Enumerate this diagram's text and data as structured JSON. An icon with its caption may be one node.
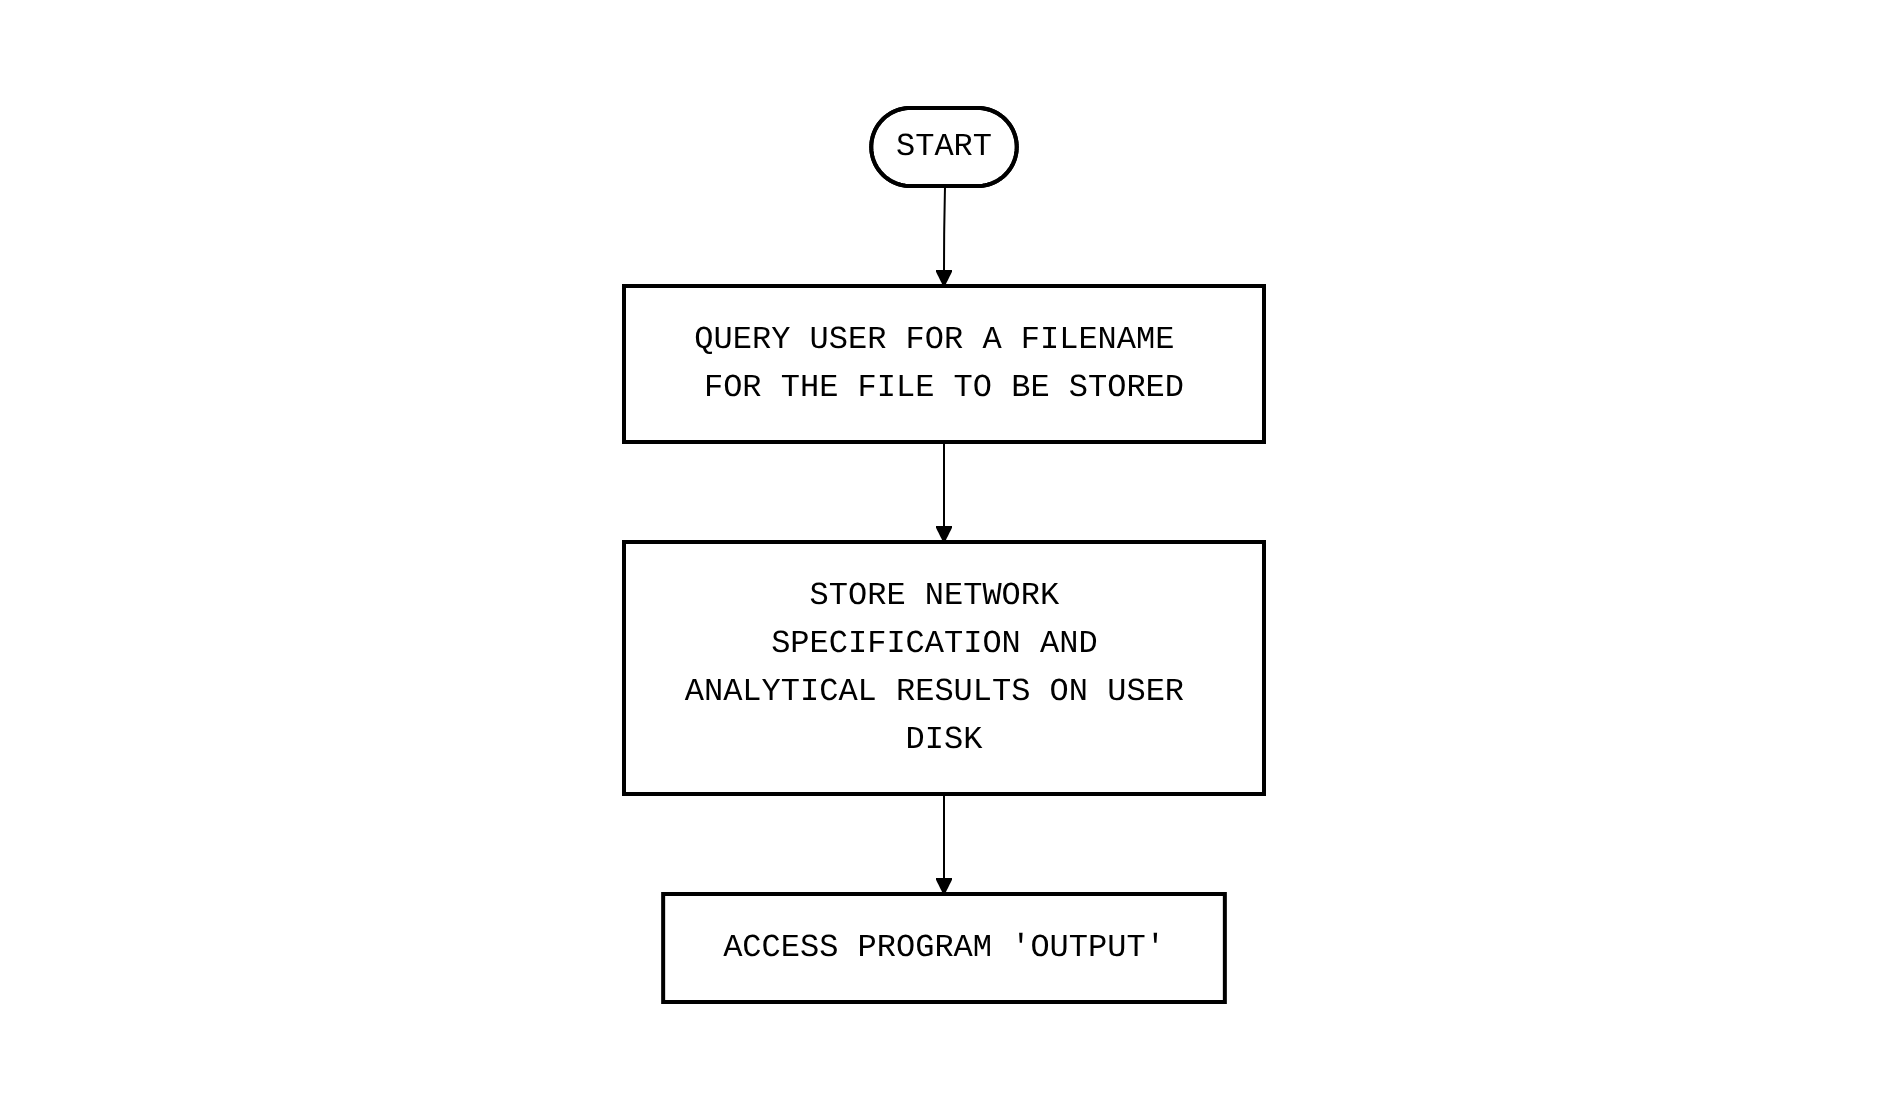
{
  "diagram": {
    "nodes": [
      {
        "text": [
          "START"
        ]
      },
      {
        "text": [
          "QUERY USER FOR A FILENAME FOR THE FILE TO BE STORED"
        ]
      },
      {
        "text": [
          "STORE NETWORK SPECIFICATION AND ANALYTICAL RESULTS ON USER DISK"
        ]
      },
      {
        "text": [
          "ACCESS PROGRAM 'OUTPUT'"
        ]
      }
    ],
    "edges": [
      {
        "from": 0,
        "to": 1,
        "arrow": "to"
      },
      {
        "from": 1,
        "to": 2,
        "arrow": "to"
      },
      {
        "from": 2,
        "to": 3,
        "arrow": "to"
      }
    ]
  }
}
